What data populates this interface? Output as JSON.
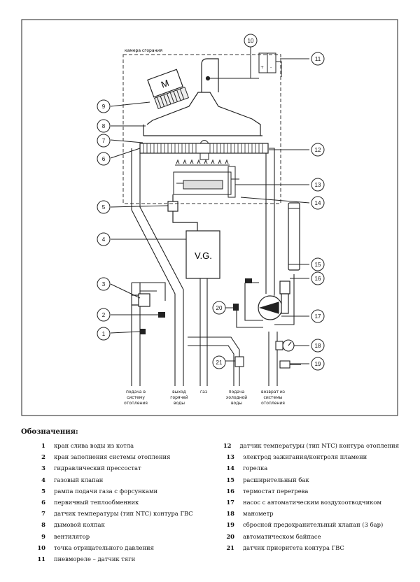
{
  "diagram": {
    "chamber_label": "камера сгорания",
    "fan_label": "M",
    "gas_valve_label": "V.G.",
    "callouts": [
      "1",
      "2",
      "3",
      "4",
      "5",
      "6",
      "7",
      "8",
      "9",
      "10",
      "11",
      "12",
      "13",
      "14",
      "15",
      "16",
      "17",
      "18",
      "19",
      "20",
      "21"
    ],
    "bottom_labels": [
      [
        "подача в",
        "систему",
        "отопления"
      ],
      [
        "выход",
        "горячей",
        "воды"
      ],
      [
        "газ"
      ],
      [
        "подача",
        "холодной",
        "воды"
      ],
      [
        "возврат из",
        "системы",
        "отопления"
      ]
    ]
  },
  "legend": {
    "title": "Обозначения:",
    "items": [
      {
        "num": "1",
        "text": "кран слива воды из котла"
      },
      {
        "num": "2",
        "text": "кран заполнения системы отопления"
      },
      {
        "num": "3",
        "text": "гидравлический прессостат"
      },
      {
        "num": "4",
        "text": "газовый клапан"
      },
      {
        "num": "5",
        "text": "рампа подачи газа с форсунками"
      },
      {
        "num": "6",
        "text": "первичный теплообменник"
      },
      {
        "num": "7",
        "text": "датчик температуры (тип NTC) контура ГВС"
      },
      {
        "num": "8",
        "text": "дымовой колпак"
      },
      {
        "num": "9",
        "text": "вентилятор"
      },
      {
        "num": "10",
        "text": "точка отрицательного давления"
      },
      {
        "num": "11",
        "text": "пневмореле – датчик тяги"
      },
      {
        "num": "12",
        "text": "датчик температуры (тип NTC) контура отопления"
      },
      {
        "num": "13",
        "text": "электрод зажигания/контроля пламени"
      },
      {
        "num": "14",
        "text": "горелка"
      },
      {
        "num": "15",
        "text": "расширительный бак"
      },
      {
        "num": "16",
        "text": "термостат перегрева"
      },
      {
        "num": "17",
        "text": "насос с автоматическим воздухоотводчиком"
      },
      {
        "num": "18",
        "text": "манометр"
      },
      {
        "num": "19",
        "text": "сбросной предохранительный клапан (3 бар)"
      },
      {
        "num": "20",
        "text": "автоматическом байпасе"
      },
      {
        "num": "21",
        "text": "датчик приоритета контура ГВС"
      }
    ]
  }
}
